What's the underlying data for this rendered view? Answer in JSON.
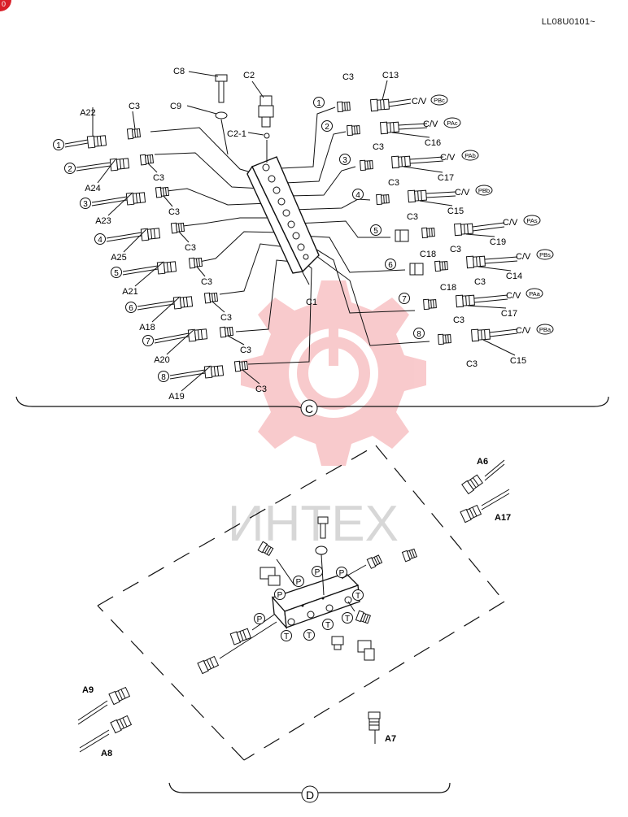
{
  "doc_code": "LL08U0101~",
  "corner_badge": "0",
  "watermark": {
    "text": "ИНТЕХ",
    "color": "#e8444a"
  },
  "section_c": {
    "label": "C",
    "parts": {
      "bolt": "C8",
      "washer": "C9",
      "switch": "C2",
      "oring": "C2-1",
      "block": "C1"
    },
    "left_lines": [
      {
        "n": "1",
        "hose": "A22",
        "fit": "C3"
      },
      {
        "n": "2",
        "hose": "A24",
        "fit": "C3"
      },
      {
        "n": "3",
        "hose": "A23",
        "fit": "C3"
      },
      {
        "n": "4",
        "hose": "A25",
        "fit": "C3"
      },
      {
        "n": "5",
        "hose": "A21",
        "fit": "C3"
      },
      {
        "n": "6",
        "hose": "A18",
        "fit": "C3"
      },
      {
        "n": "7",
        "hose": "A20",
        "fit": "C3"
      },
      {
        "n": "8",
        "hose": "A19",
        "fit": "C3"
      }
    ],
    "right_lines": [
      {
        "n": "1",
        "fit": "C3",
        "hose": "C13",
        "cv": "C/V",
        "port": "PBc"
      },
      {
        "n": "2",
        "fit": "C3",
        "hose": "C16",
        "cv": "C/V",
        "port": "PAc"
      },
      {
        "n": "3",
        "fit": "C3",
        "hose": "C17",
        "cv": "C/V",
        "port": "PAb"
      },
      {
        "n": "4",
        "fit": "C3",
        "hose": "C15",
        "cv": "C/V",
        "port": "PBb"
      },
      {
        "n": "5",
        "fit": "C3",
        "hose": "C19",
        "adapter": "C18",
        "cv": "C/V",
        "port": "PAs"
      },
      {
        "n": "6",
        "fit": "C3",
        "hose": "C14",
        "adapter": "C18",
        "cv": "C/V",
        "port": "PBs"
      },
      {
        "n": "7",
        "fit": "C3",
        "hose": "C17",
        "cv": "C/V",
        "port": "PAa"
      },
      {
        "n": "8",
        "fit": "C3",
        "hose": "C15",
        "cv": "C/V",
        "port": "PBa"
      }
    ]
  },
  "section_d": {
    "label": "D",
    "hoses": [
      "A6",
      "A17",
      "A9",
      "A8",
      "A7"
    ],
    "port_p": "P",
    "port_t": "T"
  }
}
